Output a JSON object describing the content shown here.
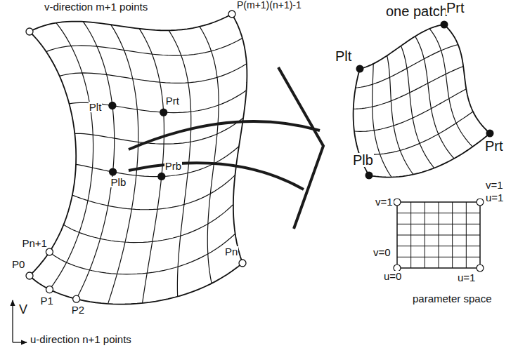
{
  "diagram": {
    "labels": [
      "v-direction m+1 points",
      "P(m+1)(n+1)-1",
      "one patch",
      "Plt",
      "Prt",
      "Prt",
      "Plt",
      "Prt",
      "Prb",
      "Plb",
      "Plb",
      "v=1",
      "v=1",
      "u=1",
      "Pn+1",
      "v=0",
      "u=0",
      "u=1",
      "parameter space",
      "P0",
      "P1",
      "P2",
      "Pn",
      "V",
      "u-direction n+1 points"
    ]
  }
}
